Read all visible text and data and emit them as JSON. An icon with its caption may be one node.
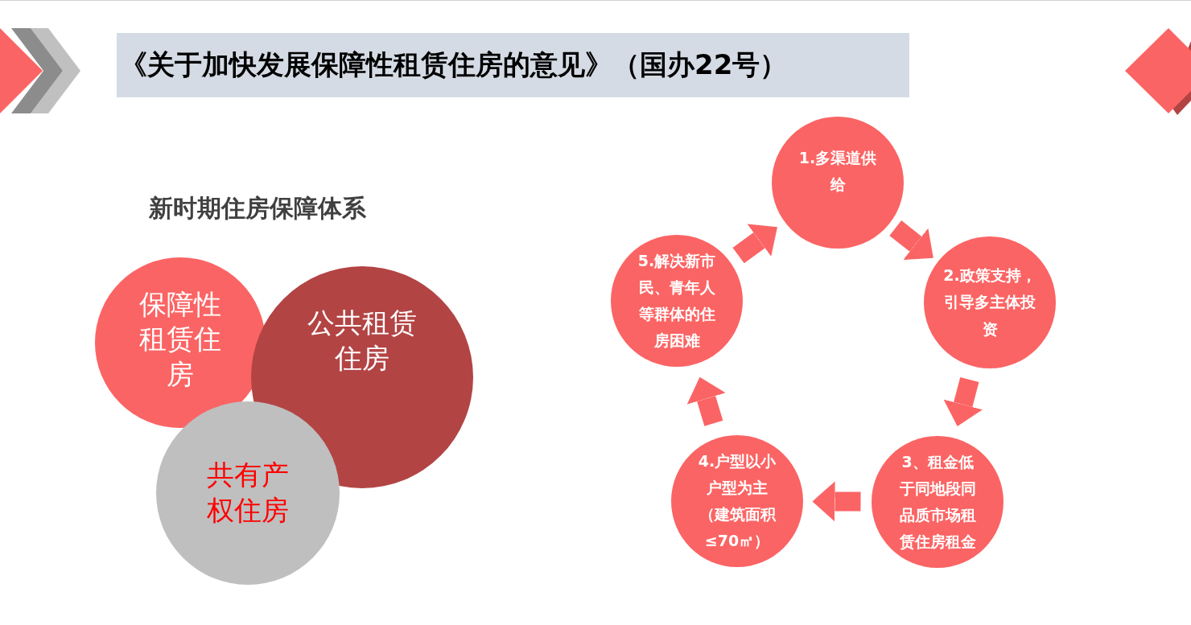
{
  "diagram": {
    "title": "《关于加快发展保障性租赁住房的意见》（国办22号）",
    "nodes": [
      {
        "text": [
          "保障性租赁住房"
        ]
      },
      {
        "text": [
          "公共租赁住房"
        ]
      },
      {
        "text": [
          "共有产权住房"
        ]
      },
      {
        "text": [
          "1.多渠道供给"
        ]
      },
      {
        "text": [
          "2.政策支持，引导多主体投资"
        ]
      },
      {
        "text": [
          "3、租金低于同地段同品质市场租赁住房租金"
        ]
      },
      {
        "text": [
          "4.户型以小户型为主（建筑面积≤70㎡）"
        ]
      },
      {
        "text": [
          "5.解决新市民、青年人等群体的住房困难"
        ]
      }
    ],
    "edges": [
      {
        "from": 3,
        "to": 4,
        "arrow": "to"
      },
      {
        "from": 4,
        "to": 5,
        "arrow": "to"
      },
      {
        "from": 5,
        "to": 6,
        "arrow": "to"
      },
      {
        "from": 6,
        "to": 7,
        "arrow": "to"
      },
      {
        "from": 7,
        "to": 3,
        "arrow": "to"
      }
    ],
    "labels": [
      "新时期住房保障体系"
    ]
  }
}
